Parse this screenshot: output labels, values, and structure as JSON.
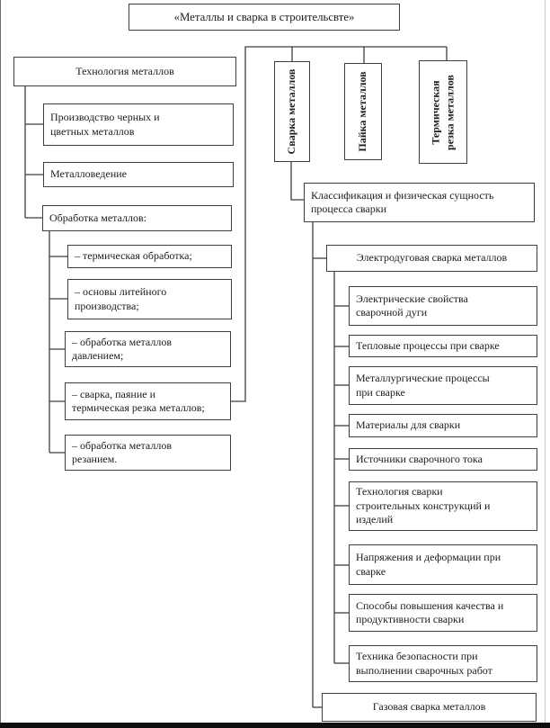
{
  "title": {
    "label": "«Металлы и сварка в строительсвте»"
  },
  "tech_branch": {
    "root": "Технология металлов",
    "children": [
      "Производство черных и\nцветных металлов",
      "Металловедение",
      "Обработка металлов:"
    ],
    "processing_items": [
      "– термическая обработка;",
      "– основы литейного\nпроизводства;",
      "– обработка металлов\nдавлением;",
      "– сварка, паяние и\nтермическая резка металлов;",
      "– обработка металлов\nрезанием."
    ]
  },
  "vertical_branches": [
    "Сварка металлов",
    "Пайка металлов",
    "Термическая\nрезка металлов"
  ],
  "welding_branch": {
    "classification": "Классификация и физическая сущность\nпроцесса сварки",
    "arc_welding": "Электродуговая сварка металлов",
    "arc_topics": [
      "Электрические свойства\nсварочной дуги",
      "Тепловые процессы при сварке",
      "Металлургические процессы\nпри сварке",
      "Материалы для сварки",
      "Источники сварочного тока",
      "Технология сварки\nстроительных конструкций и\nизделий",
      "Напряжения и деформации при\nсварке",
      "Способы повышения качества и\nпродуктивности сварки",
      "Техника безопасности при\nвыполнении сварочных работ"
    ],
    "gas_welding": "Газовая сварка металлов"
  },
  "colors": {
    "box_border": "#3f3f3f",
    "text": "#1c1c1c",
    "connector": "#3f3f3f",
    "bottom_bar": "#0e0e0e",
    "page_left_border": "#6e6e6e",
    "page_right_border": "#c8c8c8"
  }
}
